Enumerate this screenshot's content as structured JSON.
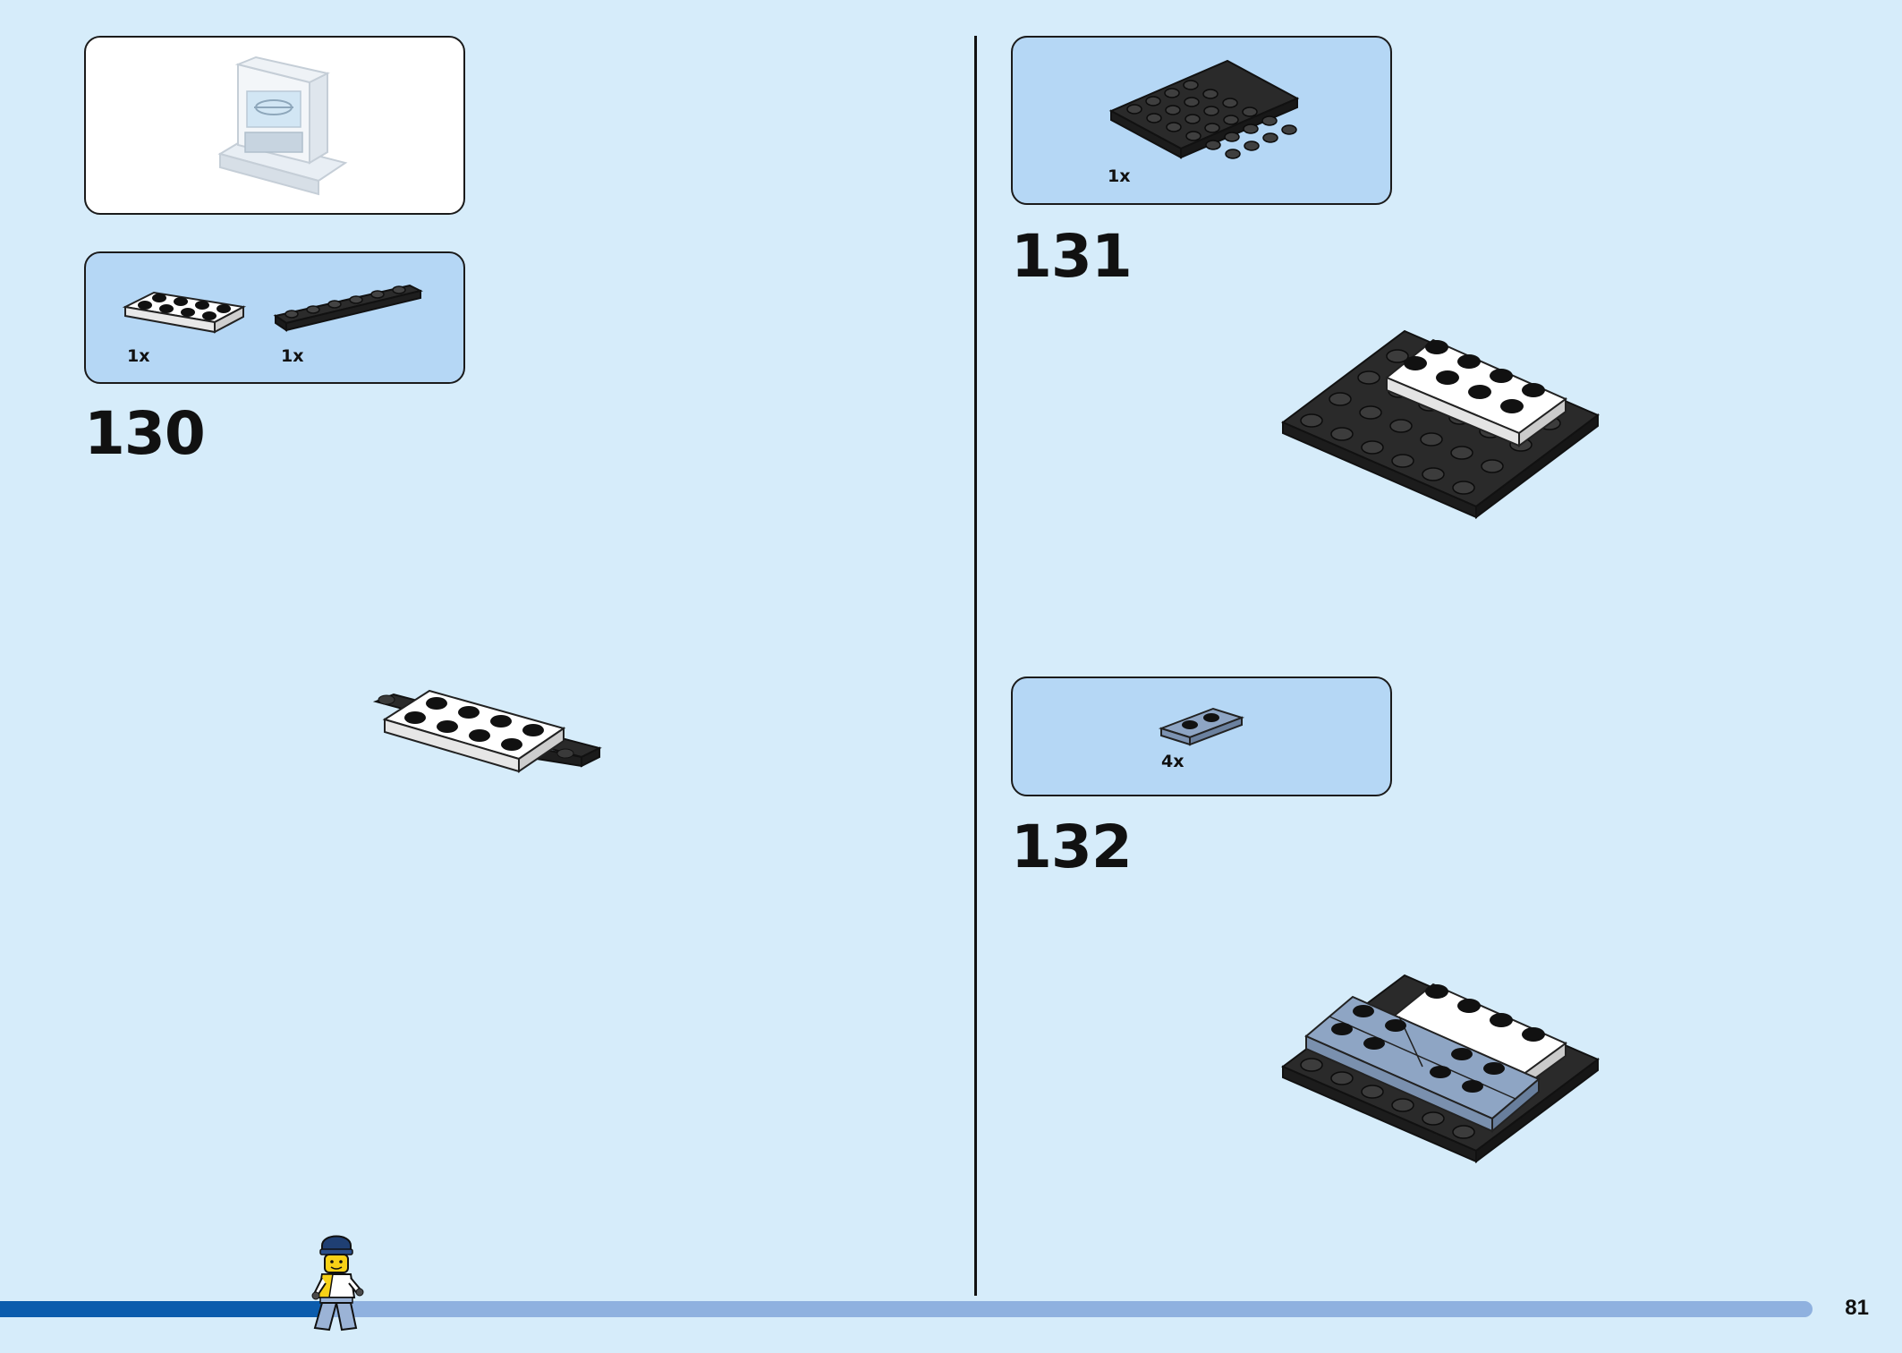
{
  "page": {
    "number": "81",
    "progress_fraction": 0.18
  },
  "left": {
    "step": {
      "number": "130",
      "parts": [
        {
          "qty": "1x",
          "part": "white 2x4 plate"
        },
        {
          "qty": "1x",
          "part": "black 1x6 plate"
        }
      ]
    }
  },
  "right": {
    "steps": [
      {
        "number": "131",
        "parts": [
          {
            "qty": "1x",
            "part": "black 4x6 plate"
          }
        ]
      },
      {
        "number": "132",
        "parts": [
          {
            "qty": "4x",
            "part": "sand blue 1x2 plate"
          }
        ]
      }
    ]
  },
  "colors": {
    "background": "#d6ecfa",
    "parts_box": "#b5d7f5",
    "progress_done": "#0b5cad",
    "progress_remaining": "#8fb1df"
  }
}
